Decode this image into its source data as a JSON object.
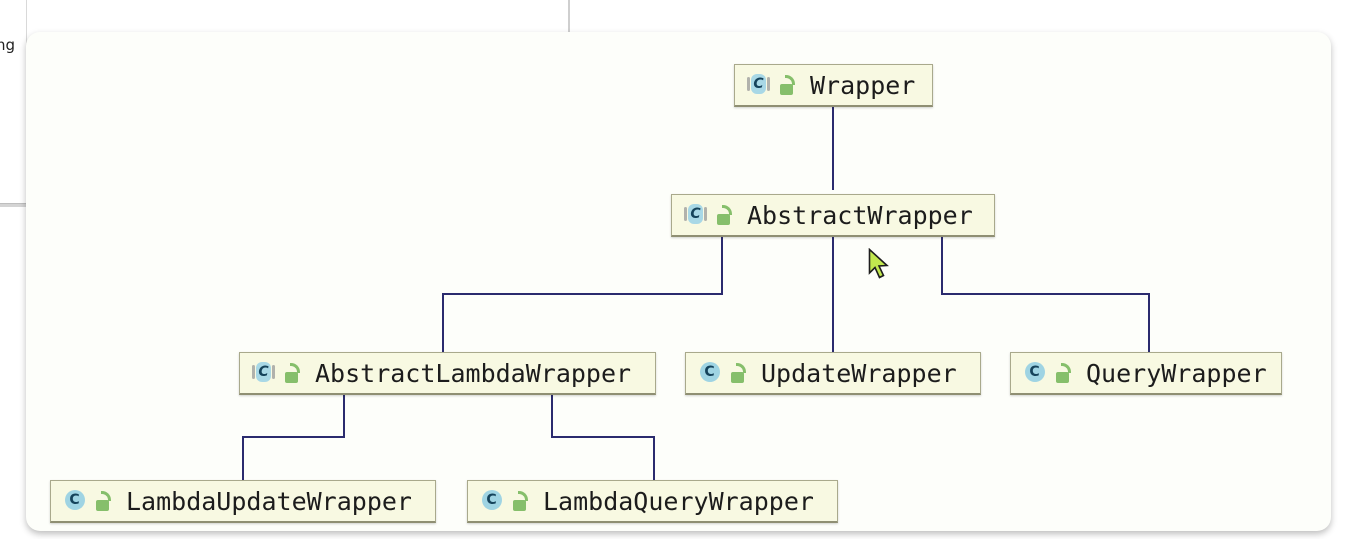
{
  "background": {
    "left_panel_partial_text": "ng"
  },
  "diagram": {
    "type": "uml-class-hierarchy",
    "icons": {
      "class_icon": "class-c-icon",
      "abstract_class_icon": "abstract-class-c-icon",
      "visibility_icon": "green-open-padlock-icon",
      "class_glyph": "C"
    },
    "colors": {
      "box_fill": "#f8f9e2",
      "box_border": "#a9a98c",
      "panel_bg": "#fdfefa",
      "edge": "#2b2b6e",
      "arrow_head": "#141459",
      "class_icon": "#9fd4e3",
      "lock_icon": "#86bf6b",
      "cursor": "#c2e84f"
    },
    "nodes": [
      {
        "id": "wrapper",
        "label": "Wrapper",
        "abstract": true
      },
      {
        "id": "abstract-wrapper",
        "label": "AbstractWrapper",
        "abstract": true
      },
      {
        "id": "abstract-lambda-wrapper",
        "label": "AbstractLambdaWrapper",
        "abstract": true
      },
      {
        "id": "update-wrapper",
        "label": "UpdateWrapper",
        "abstract": false
      },
      {
        "id": "query-wrapper",
        "label": "QueryWrapper",
        "abstract": false
      },
      {
        "id": "lambda-update-wrapper",
        "label": "LambdaUpdateWrapper",
        "abstract": false
      },
      {
        "id": "lambda-query-wrapper",
        "label": "LambdaQueryWrapper",
        "abstract": false
      }
    ],
    "edges": [
      {
        "from": "abstract-wrapper",
        "to": "wrapper",
        "kind": "inheritance"
      },
      {
        "from": "abstract-lambda-wrapper",
        "to": "abstract-wrapper",
        "kind": "inheritance"
      },
      {
        "from": "update-wrapper",
        "to": "abstract-wrapper",
        "kind": "inheritance"
      },
      {
        "from": "query-wrapper",
        "to": "abstract-wrapper",
        "kind": "inheritance"
      },
      {
        "from": "lambda-update-wrapper",
        "to": "abstract-lambda-wrapper",
        "kind": "inheritance"
      },
      {
        "from": "lambda-query-wrapper",
        "to": "abstract-lambda-wrapper",
        "kind": "inheritance"
      }
    ]
  }
}
